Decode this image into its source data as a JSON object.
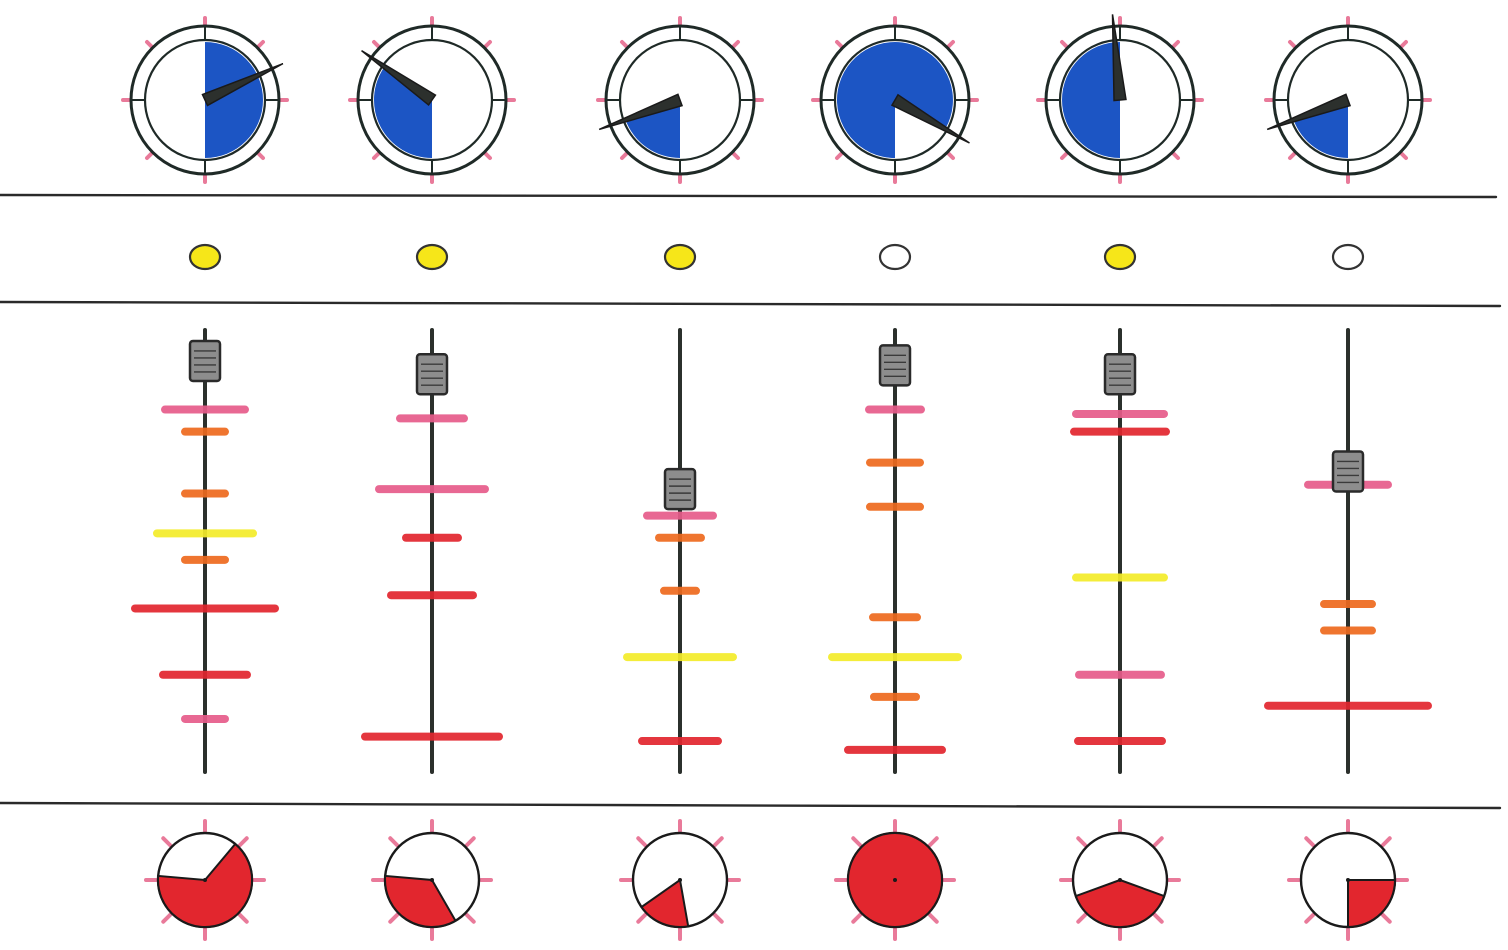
{
  "colors": {
    "knob_fill": "#1c55c4",
    "led_on": "#f6e619",
    "led_off": "#ffffff",
    "pan_fill": "#e2262e",
    "mark_pink": "#e75c8a",
    "mark_red": "#e2262e",
    "mark_orange": "#ee6a1e",
    "mark_yellow": "#f4ec2a"
  },
  "channels": [
    {
      "knob": {
        "fill_start_deg": 0,
        "fill_end_deg": 180,
        "pointer_deg": 65,
        "bold_ring": true
      },
      "led": {
        "on": true
      },
      "fader": {
        "level": 0.93,
        "marks": [
          {
            "pos": 0.82,
            "w": 80,
            "color": "pink"
          },
          {
            "pos": 0.77,
            "w": 40,
            "color": "orange"
          },
          {
            "pos": 0.63,
            "w": 40,
            "color": "orange"
          },
          {
            "pos": 0.54,
            "w": 96,
            "color": "yellow"
          },
          {
            "pos": 0.48,
            "w": 40,
            "color": "orange"
          },
          {
            "pos": 0.37,
            "w": 140,
            "color": "red"
          },
          {
            "pos": 0.22,
            "w": 84,
            "color": "red"
          },
          {
            "pos": 0.12,
            "w": 40,
            "color": "pink"
          }
        ]
      },
      "pan": {
        "fill_start_deg": 40,
        "fill_end_deg": 275,
        "pointer_deg": 40
      }
    },
    {
      "knob": {
        "fill_start_deg": 180,
        "fill_end_deg": 305,
        "pointer_deg": 305,
        "bold_ring": false
      },
      "led": {
        "on": true
      },
      "fader": {
        "level": 0.9,
        "marks": [
          {
            "pos": 0.8,
            "w": 64,
            "color": "pink"
          },
          {
            "pos": 0.64,
            "w": 106,
            "color": "pink"
          },
          {
            "pos": 0.53,
            "w": 52,
            "color": "red"
          },
          {
            "pos": 0.4,
            "w": 82,
            "color": "red"
          },
          {
            "pos": 0.08,
            "w": 134,
            "color": "red"
          }
        ]
      },
      "pan": {
        "fill_start_deg": 150,
        "fill_end_deg": 275,
        "pointer_deg": 275
      }
    },
    {
      "knob": {
        "fill_start_deg": 180,
        "fill_end_deg": 250,
        "pointer_deg": 250,
        "bold_ring": false
      },
      "led": {
        "on": true
      },
      "fader": {
        "level": 0.64,
        "marks": [
          {
            "pos": 0.58,
            "w": 66,
            "color": "pink"
          },
          {
            "pos": 0.53,
            "w": 42,
            "color": "orange"
          },
          {
            "pos": 0.41,
            "w": 32,
            "color": "orange"
          },
          {
            "pos": 0.26,
            "w": 106,
            "color": "yellow"
          },
          {
            "pos": 0.07,
            "w": 76,
            "color": "red"
          }
        ]
      },
      "pan": {
        "fill_start_deg": 170,
        "fill_end_deg": 235,
        "pointer_deg": 235
      }
    },
    {
      "knob": {
        "fill_start_deg": 180,
        "fill_end_deg": 480,
        "pointer_deg": 120,
        "bold_ring": true
      },
      "led": {
        "on": false
      },
      "fader": {
        "level": 0.92,
        "marks": [
          {
            "pos": 0.82,
            "w": 52,
            "color": "pink"
          },
          {
            "pos": 0.7,
            "w": 50,
            "color": "orange"
          },
          {
            "pos": 0.6,
            "w": 50,
            "color": "orange"
          },
          {
            "pos": 0.35,
            "w": 44,
            "color": "orange"
          },
          {
            "pos": 0.26,
            "w": 126,
            "color": "yellow"
          },
          {
            "pos": 0.17,
            "w": 42,
            "color": "orange"
          },
          {
            "pos": 0.05,
            "w": 94,
            "color": "red"
          }
        ]
      },
      "pan": {
        "fill_start_deg": 0,
        "fill_end_deg": 360,
        "pointer_deg": 0
      }
    },
    {
      "knob": {
        "fill_start_deg": 180,
        "fill_end_deg": 360,
        "pointer_deg": 355,
        "bold_ring": false
      },
      "led": {
        "on": true
      },
      "fader": {
        "level": 0.9,
        "marks": [
          {
            "pos": 0.81,
            "w": 88,
            "color": "pink"
          },
          {
            "pos": 0.77,
            "w": 92,
            "color": "red"
          },
          {
            "pos": 0.44,
            "w": 88,
            "color": "yellow"
          },
          {
            "pos": 0.22,
            "w": 82,
            "color": "pink"
          },
          {
            "pos": 0.07,
            "w": 84,
            "color": "red"
          }
        ]
      },
      "pan": {
        "fill_start_deg": 110,
        "fill_end_deg": 250,
        "pointer_deg": 250
      }
    },
    {
      "knob": {
        "fill_start_deg": 180,
        "fill_end_deg": 250,
        "pointer_deg": 250,
        "bold_ring": false
      },
      "led": {
        "on": false
      },
      "fader": {
        "level": 0.68,
        "marks": [
          {
            "pos": 0.65,
            "w": 80,
            "color": "pink"
          },
          {
            "pos": 0.38,
            "w": 48,
            "color": "orange"
          },
          {
            "pos": 0.32,
            "w": 48,
            "color": "orange"
          },
          {
            "pos": 0.15,
            "w": 160,
            "color": "red"
          }
        ]
      },
      "pan": {
        "fill_start_deg": 90,
        "fill_end_deg": 180,
        "pointer_deg": 90
      }
    }
  ]
}
